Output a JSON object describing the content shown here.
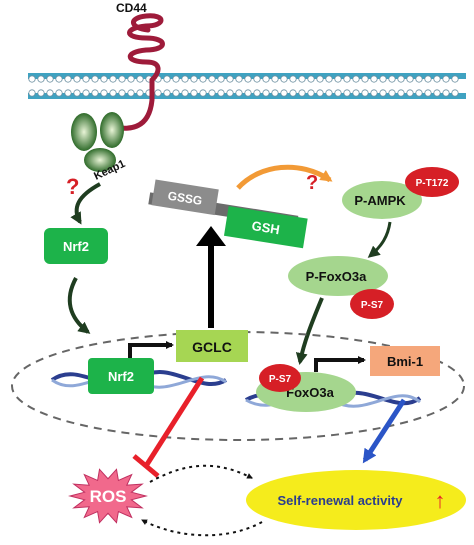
{
  "labels": {
    "cd44": "CD44",
    "keap1": "Keap1",
    "question_left": "?",
    "question_top": "?",
    "gssg": "GSSG",
    "gsh": "GSH",
    "p_ampk": "P-AMPK",
    "p_t172": "P-T172",
    "p_foxo3a": "P-FoxO3a",
    "p_s7_upper": "P-S7",
    "nrf2_cytoplasm": "Nrf2",
    "nrf2_nucleus": "Nrf2",
    "gclc": "GCLC",
    "p_s7_lower": "P-S7",
    "foxo3a": "FoxO3a",
    "bmi1": "Bmi-1",
    "ros": "ROS",
    "self_renewal": "Self-renewal activity",
    "up_arrow": "↑"
  },
  "colors": {
    "nrf2_green": "#1db34a",
    "gclc_green": "#a6d653",
    "pale_green": "#a5d68e",
    "phospho_red": "#d61f26",
    "ros_pink": "#f1698c",
    "self_renewal_yellow": "#f5ec1c",
    "bmi1_orange": "#f5a77b",
    "inhibit_red": "#e8202a",
    "blue_arrow": "#2b55c7",
    "membrane_teal": "#3fa2c1",
    "cd44_wine": "#9e1b3a"
  },
  "icons": [
    "membrane-bilayer",
    "cd44-receptor",
    "keap1-ovals",
    "dna-helix",
    "scale-balance",
    "ros-starburst"
  ]
}
